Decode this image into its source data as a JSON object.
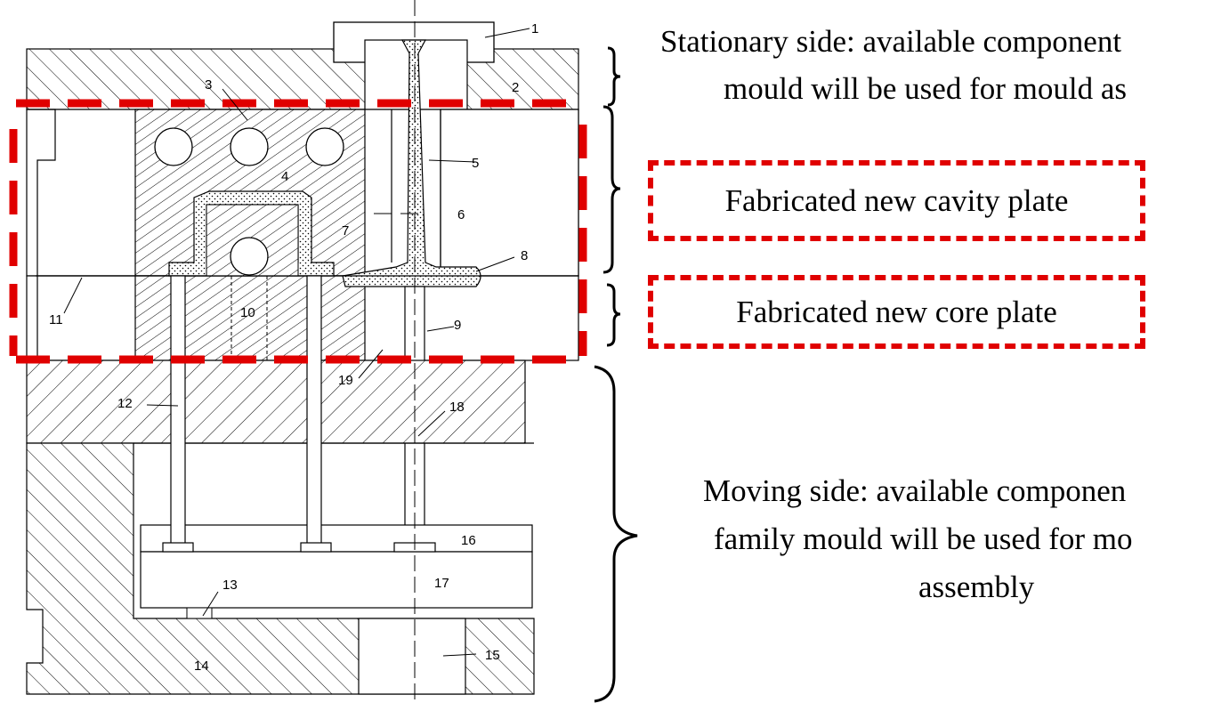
{
  "captions": {
    "stationary_line1": "Stationary side: available component",
    "stationary_line2": "mould will be used for mould as",
    "moving_line1": "Moving side: available componen",
    "moving_line2": "family mould will be used for mo",
    "moving_line3": "assembly"
  },
  "boxes": {
    "cavity_plate": "Fabricated new cavity plate",
    "core_plate": "Fabricated new core plate"
  },
  "part_numbers": [
    "1",
    "2",
    "3",
    "4",
    "5",
    "6",
    "7",
    "8",
    "9",
    "10",
    "11",
    "12",
    "13",
    "14",
    "15",
    "16",
    "17",
    "18",
    "19"
  ],
  "colors": {
    "highlight": "#e00000",
    "line": "#000000",
    "background": "#ffffff"
  }
}
